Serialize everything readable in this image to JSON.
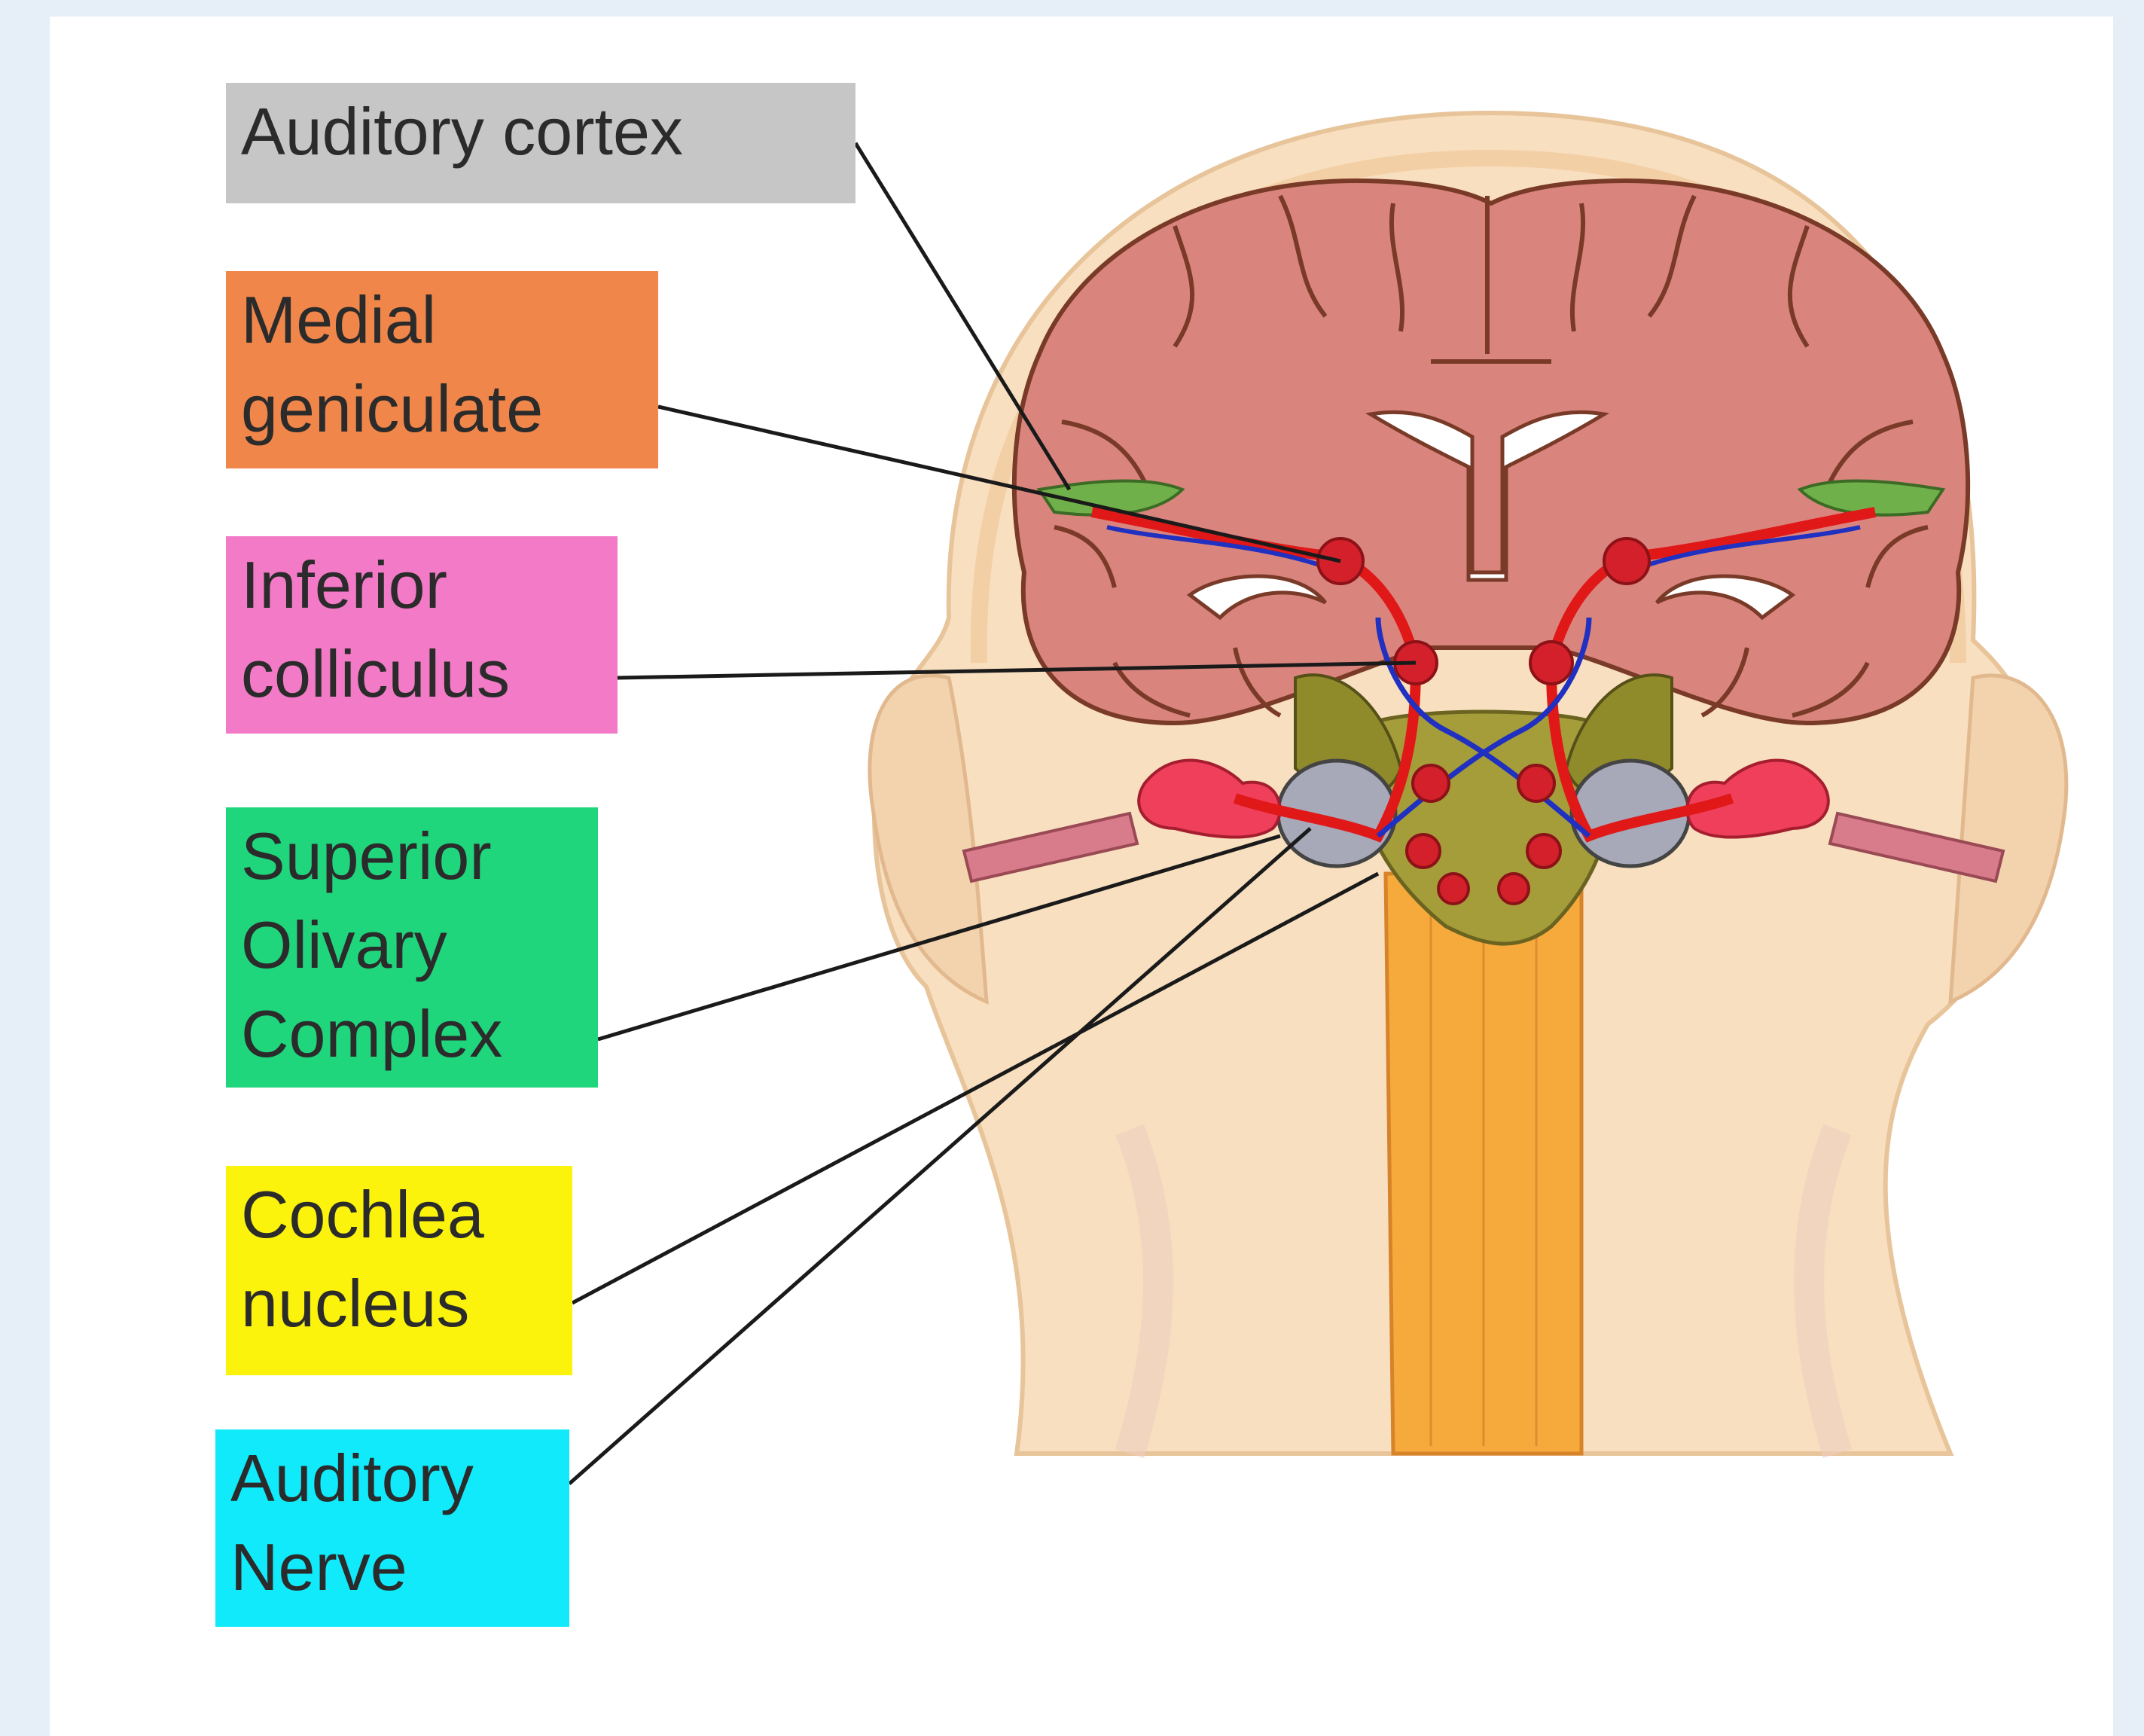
{
  "labels": {
    "auditory_cortex": "Auditory cortex",
    "medial_geniculate": "Medial\ngeniculate",
    "inferior_colliculus": "Inferior\ncolliculus",
    "superior_olivary_complex": "Superior\nOlivary\nComplex",
    "cochlea_nucleus": "Cochlea\nnucleus",
    "auditory_nerve": "Auditory\nNerve"
  },
  "colors": {
    "auditory_cortex": "#c6c6c6",
    "medial_geniculate": "#f0864a",
    "inferior_colliculus": "#f27ac6",
    "superior_olivary_complex": "#1fd67c",
    "cochlea_nucleus": "#fbf30c",
    "auditory_nerve": "#10eafa",
    "brain": "#d9857e",
    "brain_outline": "#7a3a28",
    "skin": "#f8dfbf",
    "spinal_cord": "#f7aa3c",
    "pathway_red": "#e01818",
    "pathway_blue": "#2030c0"
  }
}
